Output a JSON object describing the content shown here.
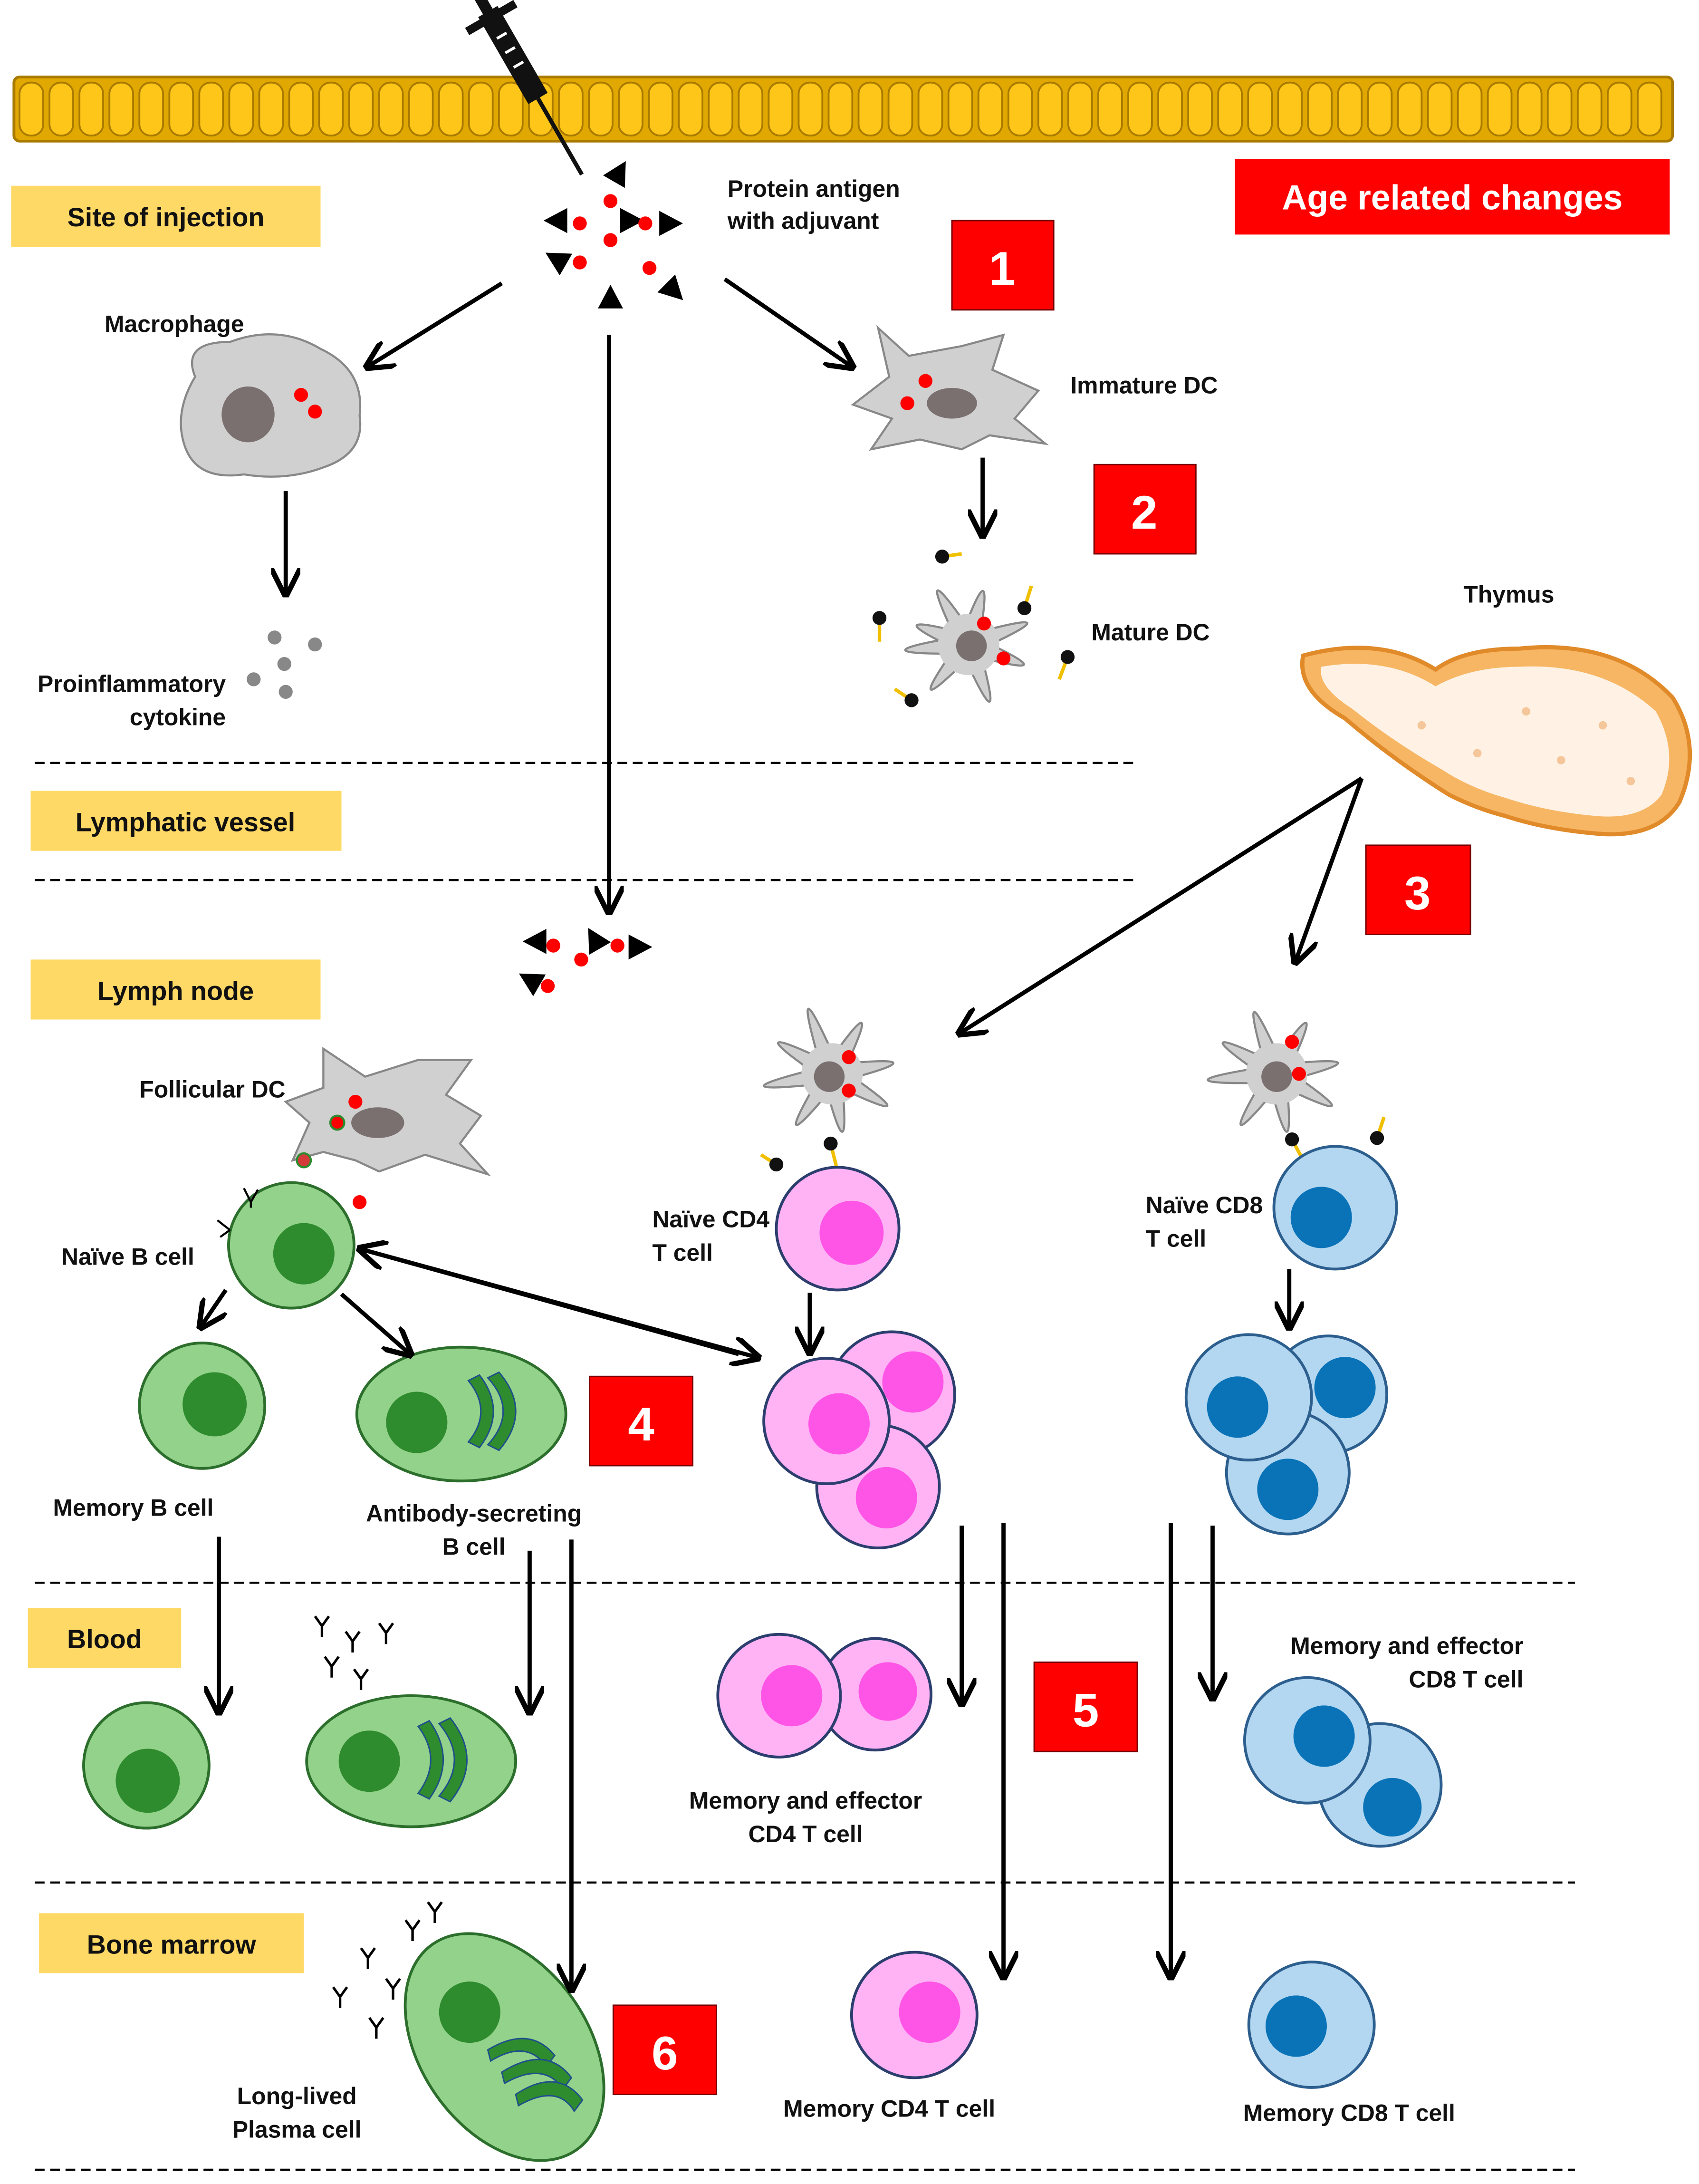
{
  "title_banner": "Age related changes",
  "sections": {
    "site_of_injection": "Site of injection",
    "lymphatic_vessel": "Lymphatic vessel",
    "lymph_node": "Lymph node",
    "blood": "Blood",
    "bone_marrow": "Bone marrow"
  },
  "labels": {
    "antigen_1": "Protein antigen",
    "antigen_2": "with adjuvant",
    "macrophage": "Macrophage",
    "immature_dc": "Immature DC",
    "mature_dc": "Mature DC",
    "thymus": "Thymus",
    "cytokine_1": "Proinflammatory",
    "cytokine_2": "cytokine",
    "follicular_dc": "Follicular DC",
    "naive_b": "Naïve B cell",
    "naive_cd4_1": "Naïve CD4",
    "naive_cd4_2": "T cell",
    "naive_cd8_1": "Naïve CD8",
    "naive_cd8_2": "T cell",
    "memory_b": "Memory B cell",
    "asc_1": "Antibody-secreting",
    "asc_2": "B cell",
    "mem_eff_cd4_1": "Memory and effector",
    "mem_eff_cd4_2": "CD4 T cell",
    "mem_eff_cd8_1": "Memory and effector",
    "mem_eff_cd8_2": "CD8 T cell",
    "plasma_1": "Long-lived",
    "plasma_2": "Plasma cell",
    "memory_cd4": "Memory CD4 T cell",
    "memory_cd8": "Memory CD8 T cell"
  },
  "steps": [
    "1",
    "2",
    "3",
    "4",
    "5",
    "6"
  ],
  "colors": {
    "epithelium": "#e0a800",
    "section_label_bg": "#ffd966",
    "step_box": "#ff0000",
    "b_cell": "#93d28a",
    "b_nucleus": "#2e8b2e",
    "cd4_cell": "#ffb3f5",
    "cd4_nucleus": "#ff55e6",
    "cd8_cell": "#b3d7f0",
    "cd8_nucleus": "#0a73b8",
    "antigen": "#ff0000",
    "cell_gray": "#d0d0d0",
    "thymus": "#f4a64a"
  }
}
